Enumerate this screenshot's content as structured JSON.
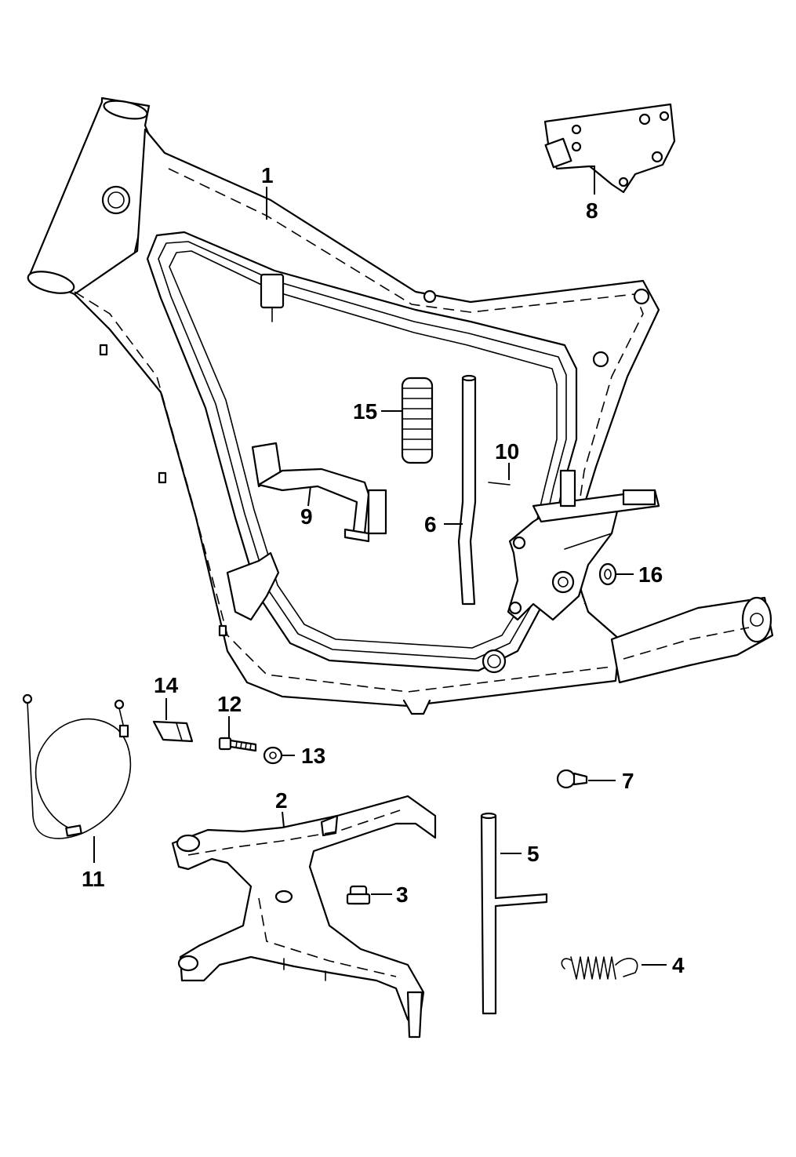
{
  "diagram": {
    "type": "exploded-parts-view",
    "callouts": [
      {
        "id": "1",
        "part": "frame"
      },
      {
        "id": "2",
        "part": "center-stand"
      },
      {
        "id": "3",
        "part": "stand-stop-rubber"
      },
      {
        "id": "4",
        "part": "stand-spring"
      },
      {
        "id": "5",
        "part": "stand-lever-rod"
      },
      {
        "id": "6",
        "part": "bar"
      },
      {
        "id": "7",
        "part": "hose-clamp"
      },
      {
        "id": "8",
        "part": "mounting-bracket"
      },
      {
        "id": "9",
        "part": "kick-lever"
      },
      {
        "id": "10",
        "part": "pin"
      },
      {
        "id": "11",
        "part": "cable"
      },
      {
        "id": "12",
        "part": "bolt"
      },
      {
        "id": "13",
        "part": "washer"
      },
      {
        "id": "14",
        "part": "rubber-cap"
      },
      {
        "id": "15",
        "part": "rubber-boot"
      },
      {
        "id": "16",
        "part": "bushing"
      }
    ]
  }
}
